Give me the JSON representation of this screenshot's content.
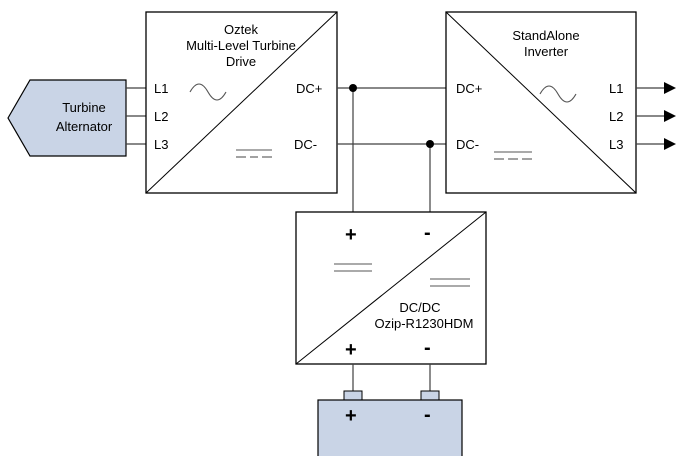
{
  "colors": {
    "alternator_fill": "#c9d4e6",
    "battery_fill": "#c9d4e6",
    "terminal_fill": "#c9d4e6",
    "line": "#000000"
  },
  "icons": {
    "ac": "sine-wave-icon",
    "dc": "dc-bars-icon",
    "arrow": "arrowhead-icon",
    "junction": "junction-dot-icon"
  },
  "alternator": {
    "line1": "Turbine",
    "line2": "Alternator"
  },
  "drive": {
    "title1": "Oztek",
    "title2": "Multi-Level Turbine",
    "title3": "Drive",
    "inputs": [
      "L1",
      "L2",
      "L3"
    ],
    "dc_pos": "DC+",
    "dc_neg": "DC-"
  },
  "inverter": {
    "title1": "StandAlone",
    "title2": "Inverter",
    "dc_pos": "DC+",
    "dc_neg": "DC-",
    "outputs": [
      "L1",
      "L2",
      "L3"
    ]
  },
  "dcdc": {
    "top_pos": "+",
    "top_neg": "-",
    "label1": "DC/DC",
    "label2": "Ozip-R1230HDM",
    "bottom_pos": "+",
    "bottom_neg": "-"
  },
  "battery": {
    "pos": "+",
    "neg": "-"
  }
}
